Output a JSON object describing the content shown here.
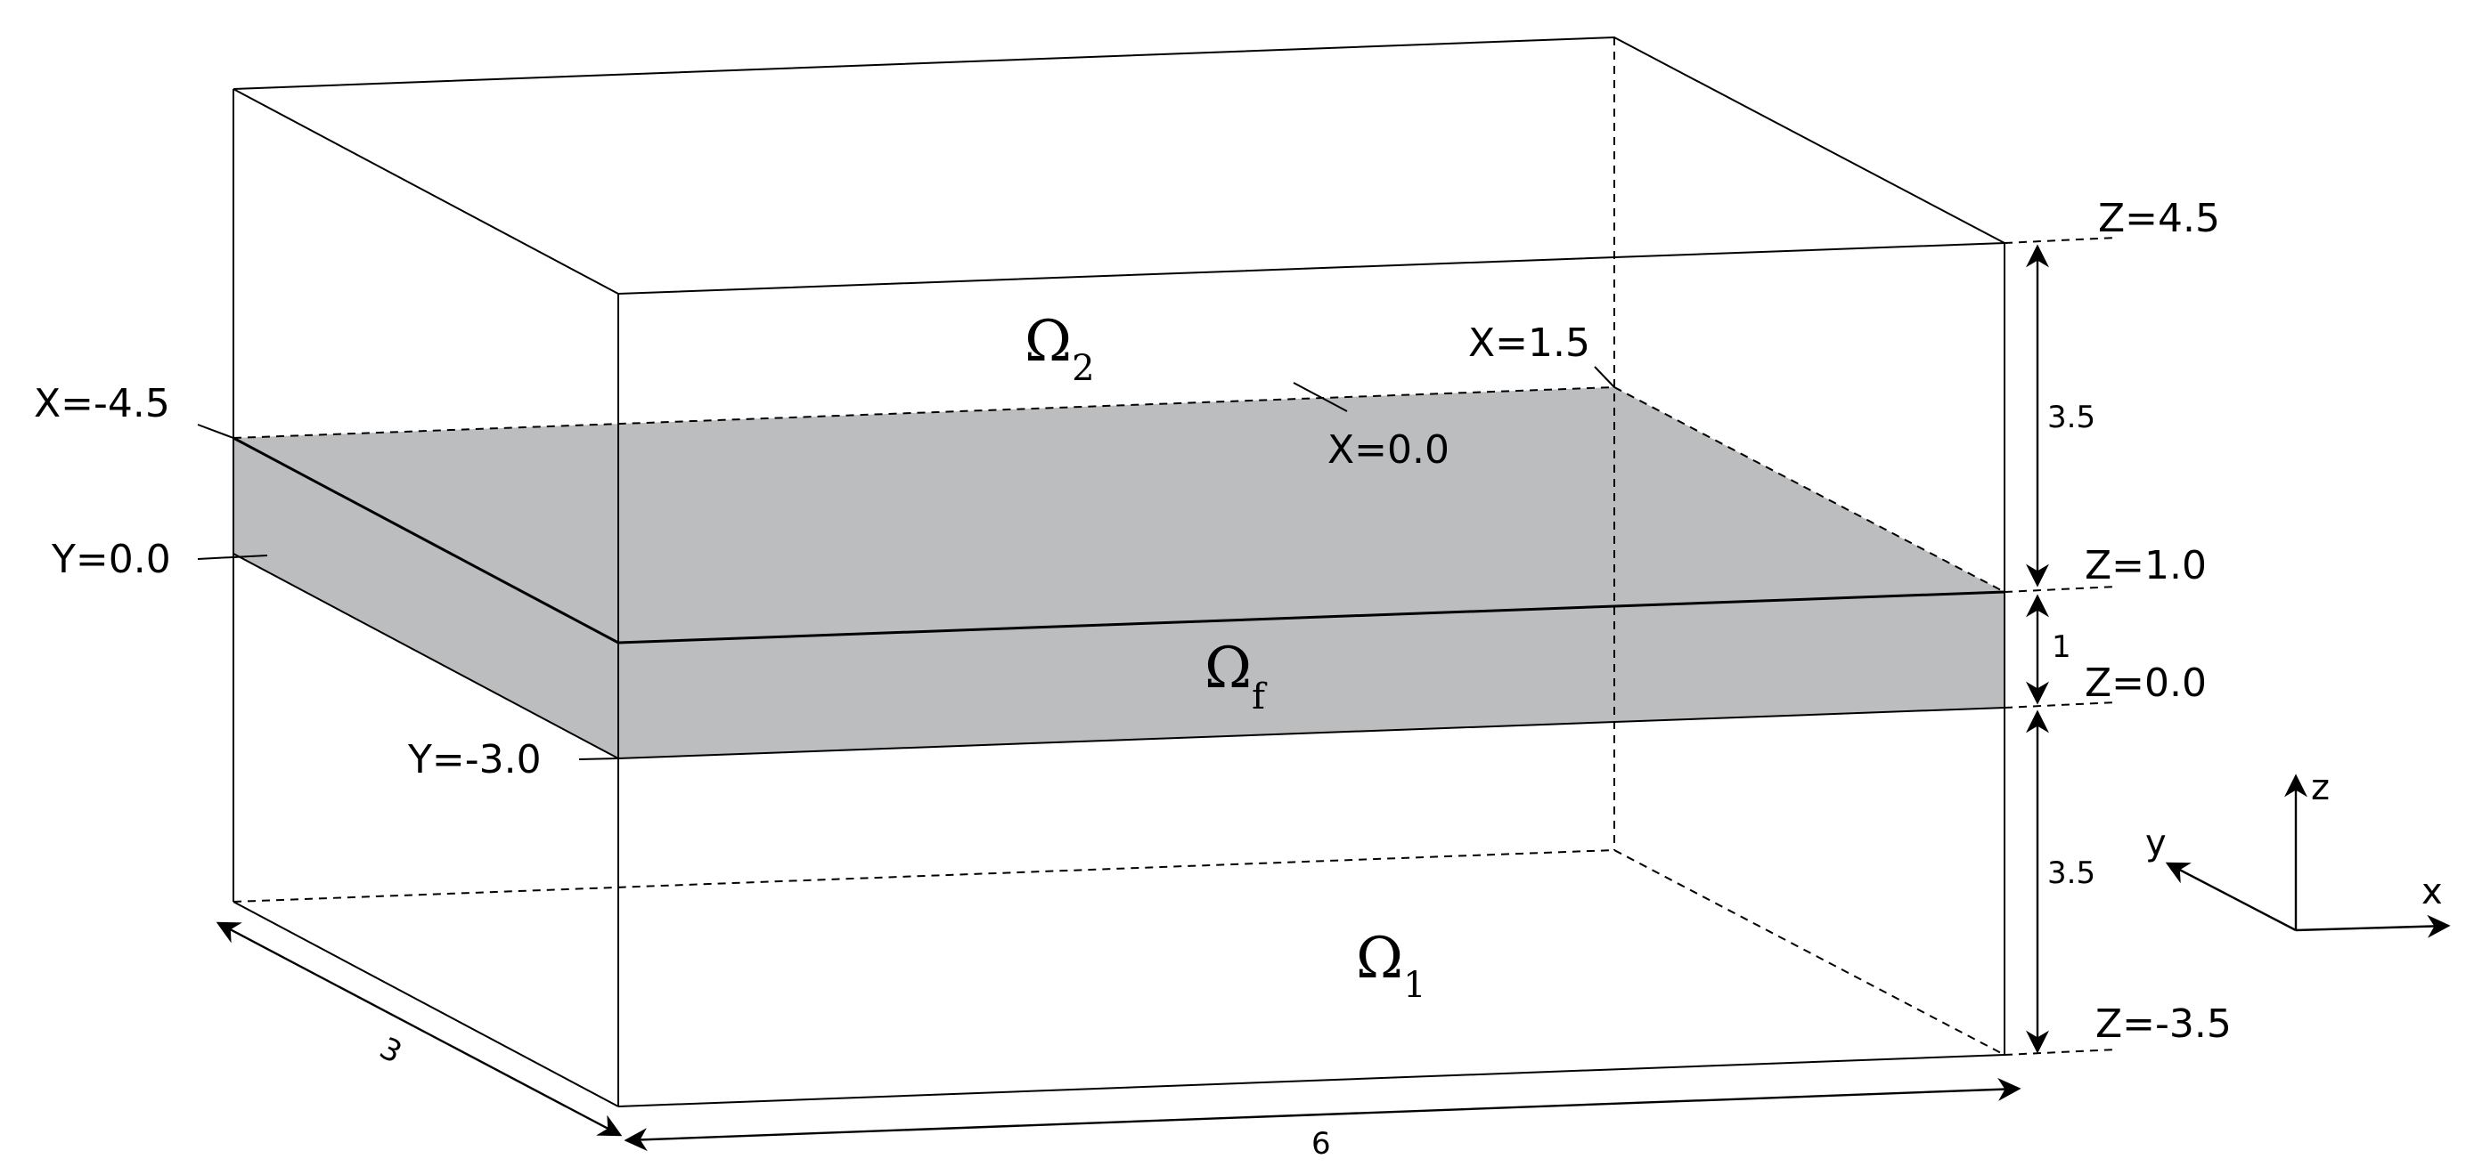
{
  "labels": {
    "x_left": "X=-4.5",
    "x_back": "X=1.5",
    "x_mid": "X=0.0",
    "y_back": "Y=0.0",
    "y_front": "Y=-3.0",
    "z_top": "Z=4.5",
    "z_fluid_top": "Z=1.0",
    "z_fluid_bottom": "Z=0.0",
    "z_bottom": "Z=-3.5"
  },
  "regions": {
    "upper": {
      "symbol": "Ω",
      "subscript": "2"
    },
    "fluid": {
      "symbol": "Ω",
      "subscript": "f"
    },
    "lower": {
      "symbol": "Ω",
      "subscript": "1"
    }
  },
  "dimensions": {
    "upper_height": "3.5",
    "fluid_height": "1",
    "lower_height": "3.5",
    "depth": "3",
    "width": "6"
  },
  "axes": {
    "x": "x",
    "y": "y",
    "z": "z"
  },
  "colors": {
    "fluid_layer": "#bcbdbf",
    "line": "#000000"
  }
}
